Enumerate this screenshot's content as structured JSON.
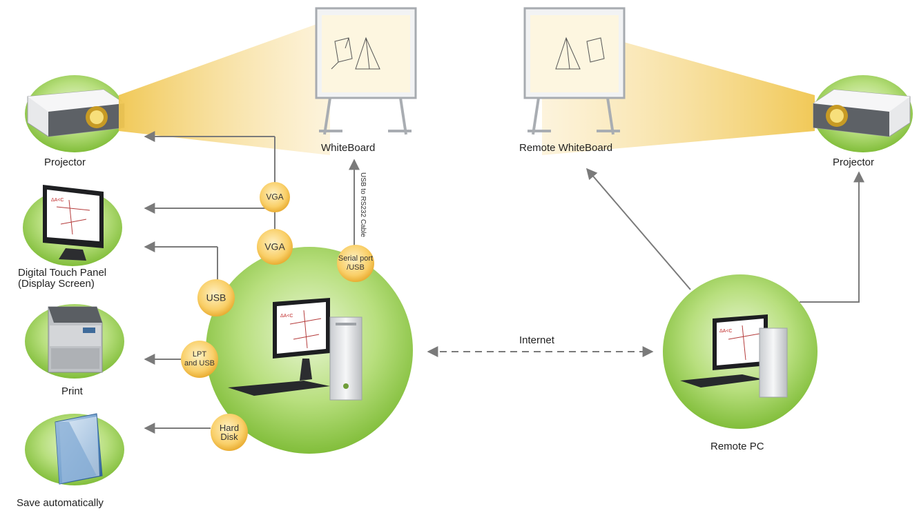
{
  "labels": {
    "projector_left": "Projector",
    "projector_right": "Projector",
    "whiteboard": "WhiteBoard",
    "remote_whiteboard": "Remote WhiteBoard",
    "digital_touch_panel_line1": "Digital Touch Panel",
    "digital_touch_panel_line2": "(Display Screen)",
    "print": "Print",
    "save": "Save automatically",
    "remote_pc": "Remote PC",
    "internet": "Internet",
    "cable": "USB to RS232 Cable"
  },
  "badges": {
    "vga_top": "VGA",
    "vga_bottom": "VGA",
    "usb": "USB",
    "serial_line1": "Serial port",
    "serial_line2": "/USB",
    "lpt_line1": "LPT",
    "lpt_line2": "and USB",
    "hard_line1": "Hard",
    "hard_line2": "Disk"
  },
  "colors": {
    "green_circle": "#8cc63f",
    "green_light": "#d9efb8",
    "badge": "#f6c65a",
    "arrow": "#7a7a7a",
    "beam": "#f5d98a"
  },
  "icons": {
    "projector": "projector-icon",
    "whiteboard": "whiteboard-icon",
    "monitor": "monitor-icon",
    "printer": "printer-icon",
    "folder": "folder-icon",
    "computer": "desktop-computer-icon"
  }
}
